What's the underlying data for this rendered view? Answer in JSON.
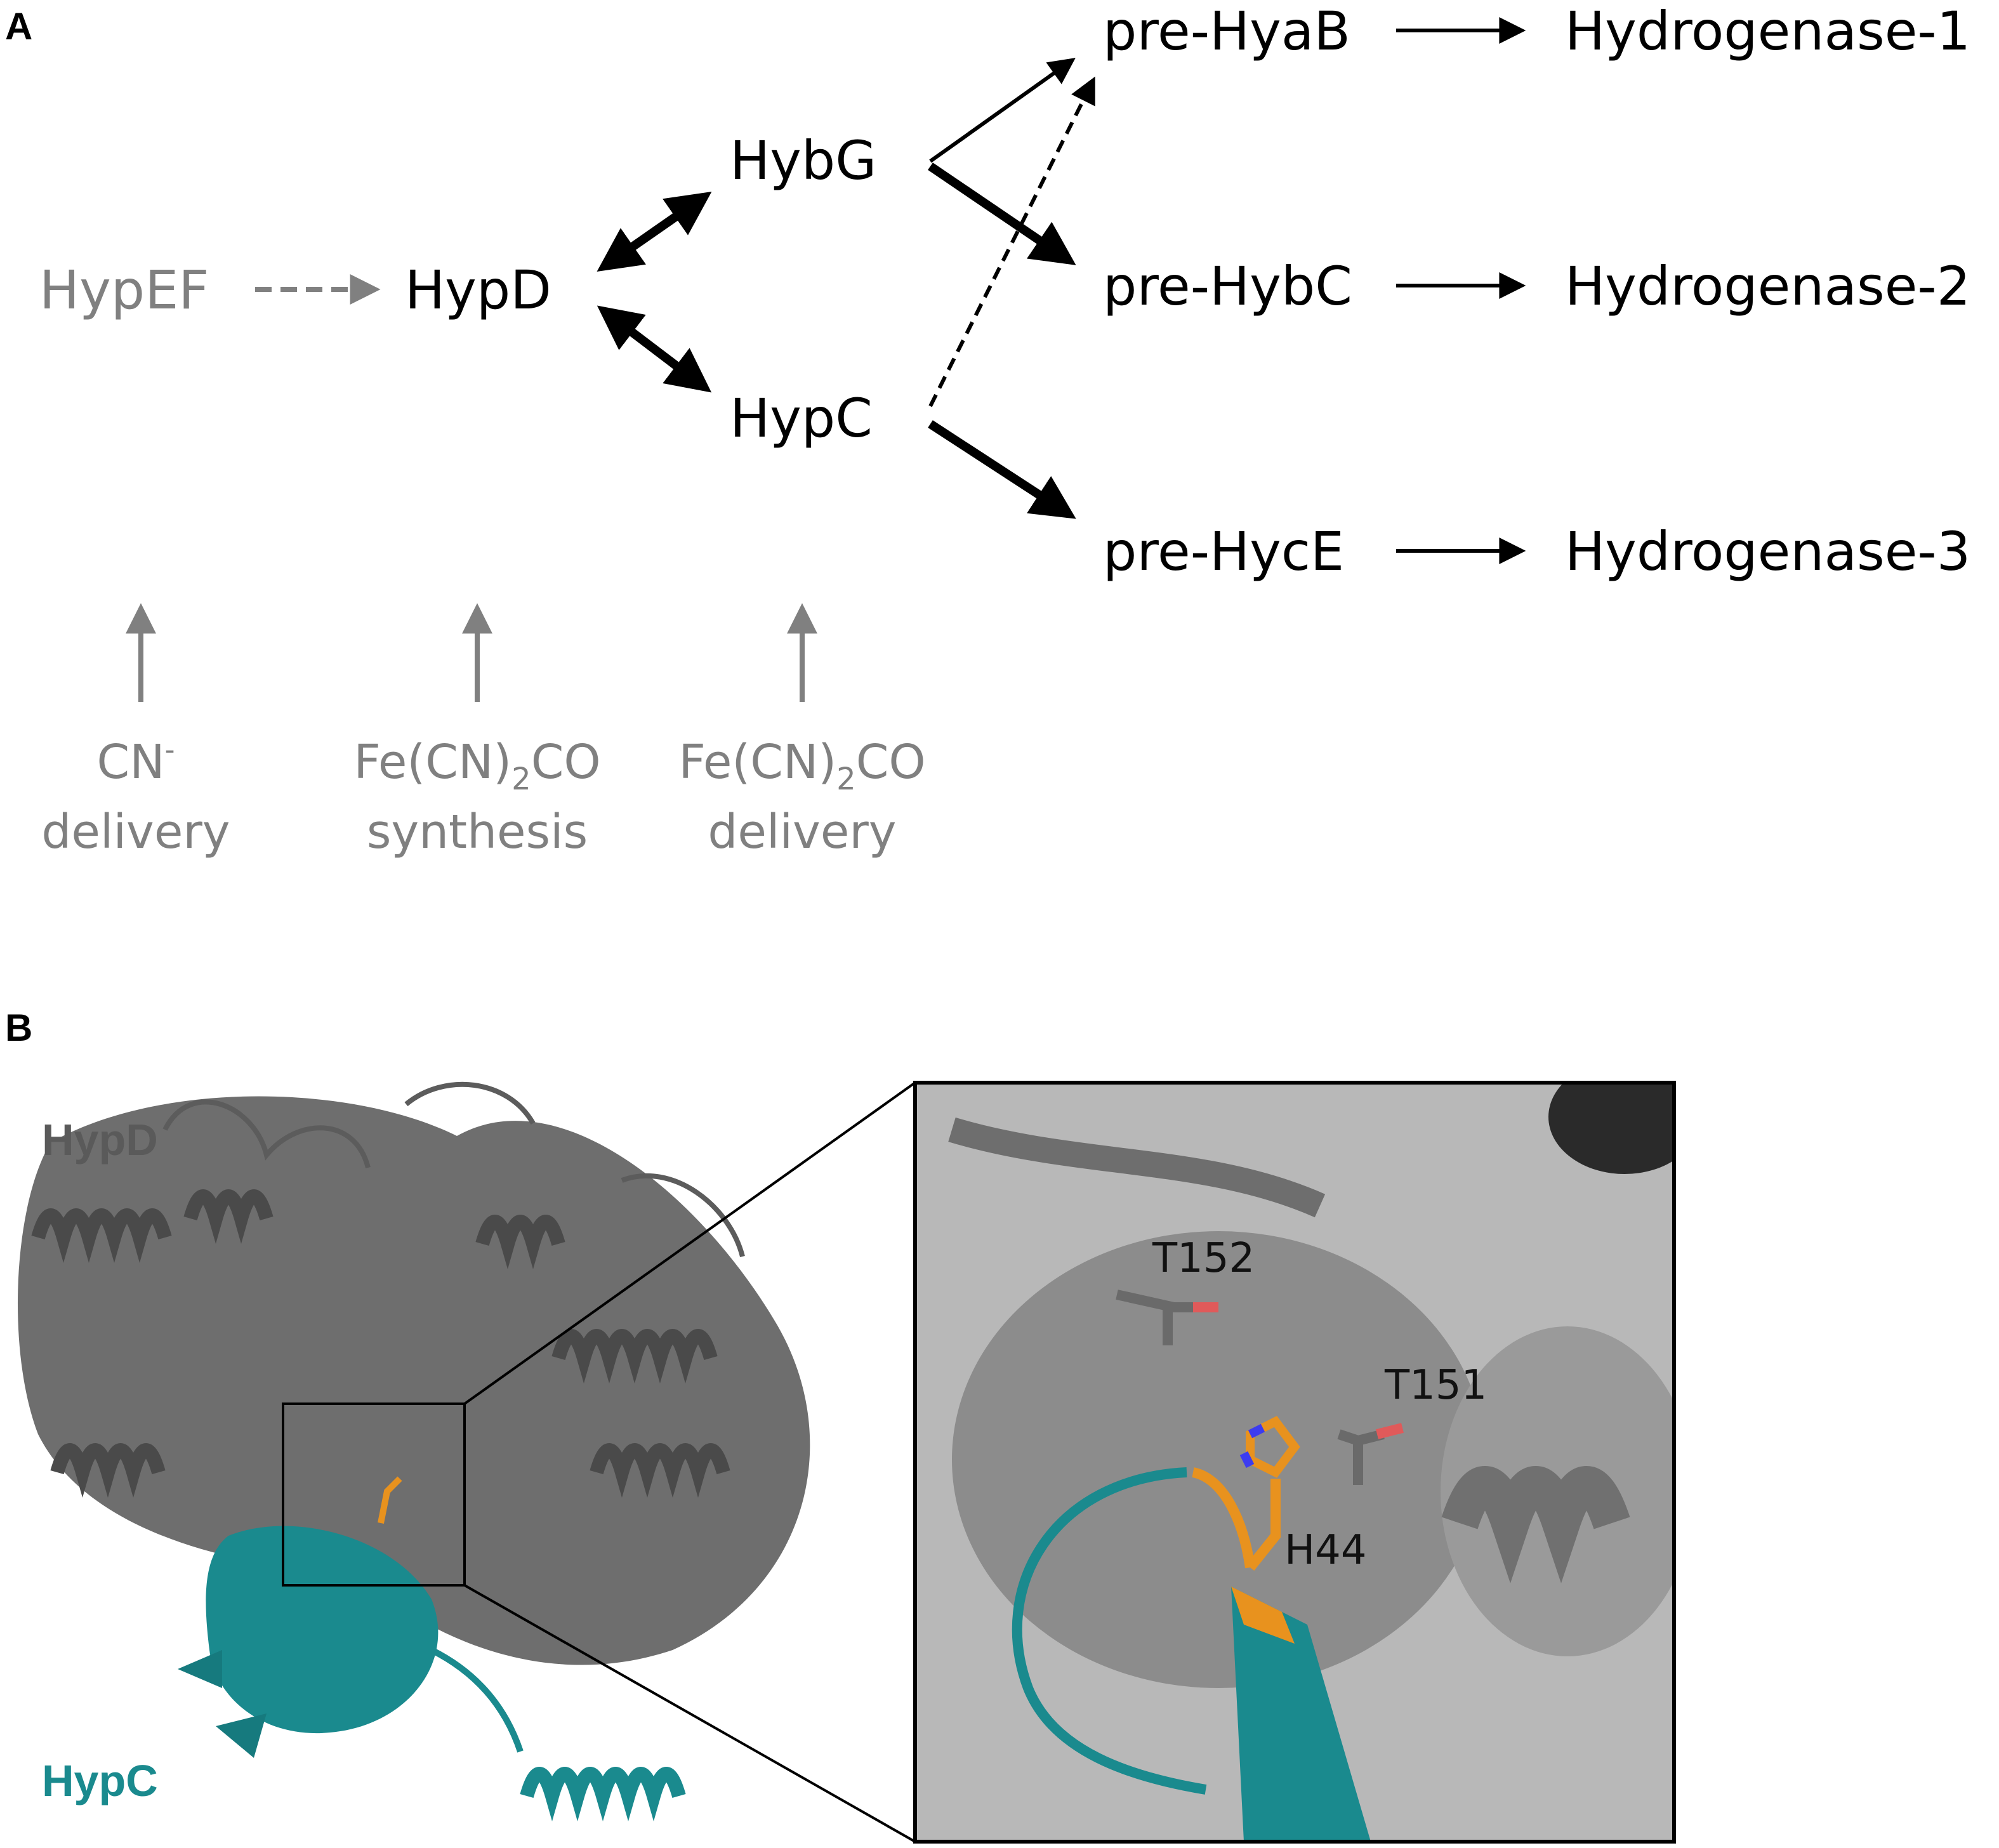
{
  "panel_a": {
    "letter": "A",
    "nodes": {
      "hypef": "HypEF",
      "hypd": "HypD",
      "hybg": "HybG",
      "hypc": "HypC",
      "pre_hyab": "pre-HyaB",
      "pre_hybc": "pre-HybC",
      "pre_hyce": "pre-HycE",
      "hydrogenase_1": "Hydrogenase-1",
      "hydrogenase_2": "Hydrogenase-2",
      "hydrogenase_3": "Hydrogenase-3"
    },
    "roles": {
      "cn": {
        "line1_main": "CN",
        "line1_sup": "-",
        "line2": "delivery"
      },
      "synthesis": {
        "line1_pre": "Fe(CN)",
        "line1_sub": "2",
        "line1_post": "CO",
        "line2": "synthesis"
      },
      "delivery": {
        "line1_pre": "Fe(CN)",
        "line1_sub": "2",
        "line1_post": "CO",
        "line2": "delivery"
      }
    },
    "colors": {
      "primary": "#000000",
      "secondary": "#808080"
    }
  },
  "panel_b": {
    "letter": "B",
    "labels": {
      "hypd": "HypD",
      "hypc": "HypC",
      "t152": "T152",
      "t151": "T151",
      "h44": "H44"
    },
    "colors": {
      "hypd_protein": "#5a5a5a",
      "hypc_protein": "#1a8a8e",
      "histidine": "#e8921e",
      "nitrogen": "#3c3cf0",
      "oxygen": "#e05a5a"
    }
  }
}
